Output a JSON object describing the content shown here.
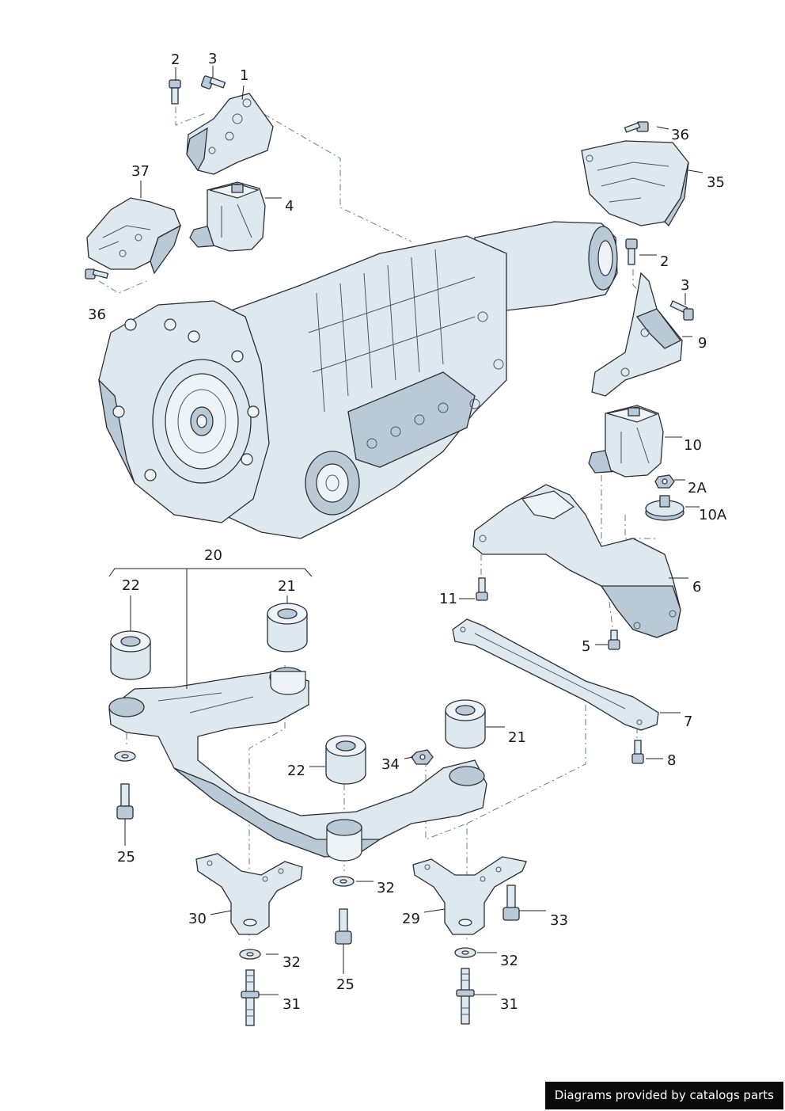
{
  "callouts": [
    {
      "id": "c-1",
      "label": "1"
    },
    {
      "id": "c-2a",
      "label": "2"
    },
    {
      "id": "c-3a",
      "label": "3"
    },
    {
      "id": "c-4",
      "label": "4"
    },
    {
      "id": "c-37",
      "label": "37"
    },
    {
      "id": "c-36a",
      "label": "36"
    },
    {
      "id": "c-36b",
      "label": "36"
    },
    {
      "id": "c-35",
      "label": "35"
    },
    {
      "id": "c-2b",
      "label": "2"
    },
    {
      "id": "c-3b",
      "label": "3"
    },
    {
      "id": "c-9",
      "label": "9"
    },
    {
      "id": "c-10",
      "label": "10"
    },
    {
      "id": "c-2A",
      "label": "2A"
    },
    {
      "id": "c-10A",
      "label": "10A"
    },
    {
      "id": "c-6",
      "label": "6"
    },
    {
      "id": "c-11",
      "label": "11"
    },
    {
      "id": "c-5",
      "label": "5"
    },
    {
      "id": "c-7",
      "label": "7"
    },
    {
      "id": "c-8",
      "label": "8"
    },
    {
      "id": "c-20",
      "label": "20"
    },
    {
      "id": "c-22a",
      "label": "22"
    },
    {
      "id": "c-21a",
      "label": "21"
    },
    {
      "id": "c-21b",
      "label": "21"
    },
    {
      "id": "c-22b",
      "label": "22"
    },
    {
      "id": "c-34",
      "label": "34"
    },
    {
      "id": "c-25a",
      "label": "25"
    },
    {
      "id": "c-32a",
      "label": "32"
    },
    {
      "id": "c-30",
      "label": "30"
    },
    {
      "id": "c-32b",
      "label": "32"
    },
    {
      "id": "c-31a",
      "label": "31"
    },
    {
      "id": "c-25b",
      "label": "25"
    },
    {
      "id": "c-29",
      "label": "29"
    },
    {
      "id": "c-33",
      "label": "33"
    },
    {
      "id": "c-32c",
      "label": "32"
    },
    {
      "id": "c-31b",
      "label": "31"
    }
  ],
  "credit": "Diagrams provided by catalogs parts"
}
